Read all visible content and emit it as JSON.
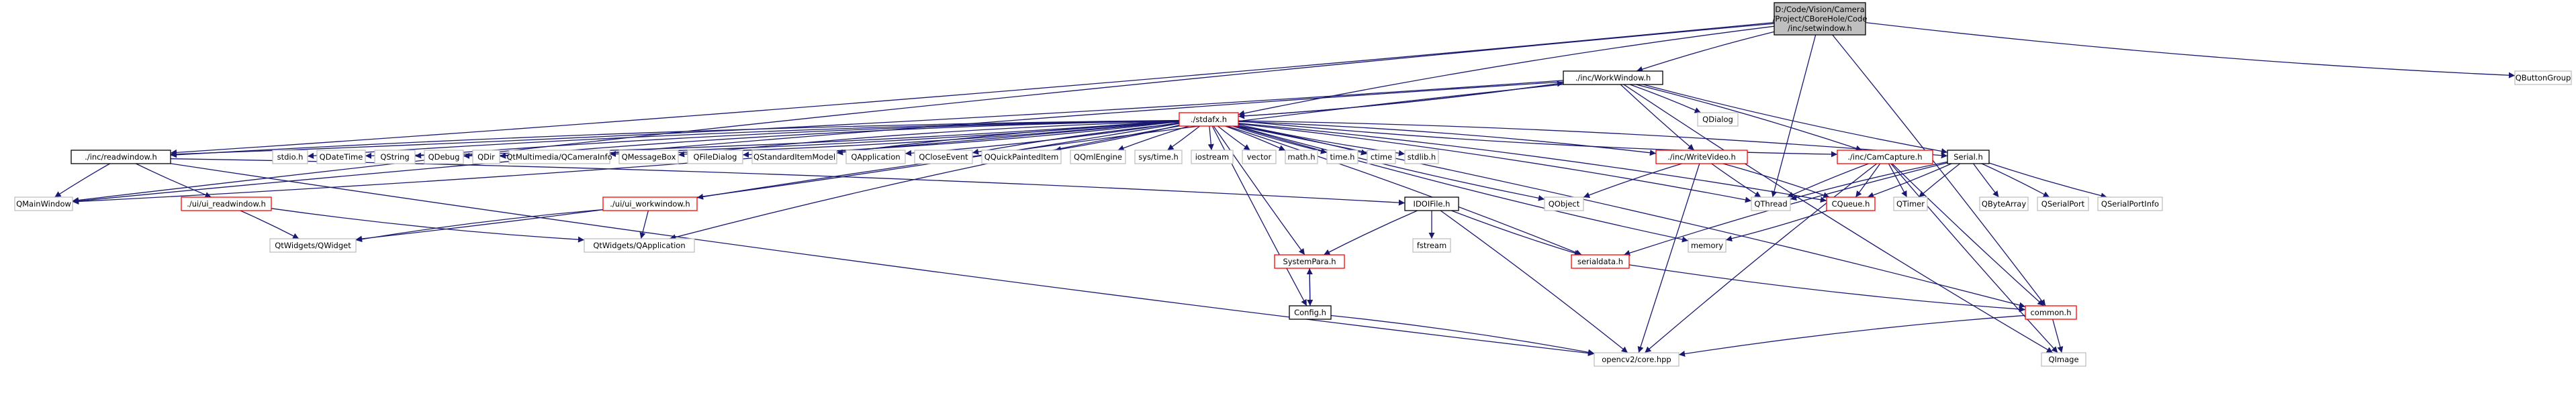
{
  "colors": {
    "edge": "#191970",
    "root_fill": "#bfbfbf",
    "root_border": "#000000",
    "doc_border": "#000000",
    "nodoc_border": "#ff0000",
    "ext_border": "#bfbfbf"
  },
  "nodes": [
    {
      "id": "root",
      "kind": "root",
      "lines": [
        "D:/Code/Vision/Camera",
        "/Project/CBoreHole/Code",
        "/inc/setwindow.h"
      ]
    },
    {
      "id": "workwindow",
      "kind": "doc",
      "lines": [
        "./inc/WorkWindow.h"
      ]
    },
    {
      "id": "qbuttongroup",
      "kind": "ext",
      "lines": [
        "QButtonGroup"
      ]
    },
    {
      "id": "stdafx",
      "kind": "nodoc",
      "lines": [
        "./stdafx.h"
      ]
    },
    {
      "id": "qdialog",
      "kind": "ext",
      "lines": [
        "QDialog"
      ]
    },
    {
      "id": "readwindow",
      "kind": "doc",
      "lines": [
        "./inc/readwindow.h"
      ]
    },
    {
      "id": "stdio",
      "kind": "ext",
      "lines": [
        "stdio.h"
      ]
    },
    {
      "id": "qdatetime",
      "kind": "ext",
      "lines": [
        "QDateTime"
      ]
    },
    {
      "id": "qstring",
      "kind": "ext",
      "lines": [
        "QString"
      ]
    },
    {
      "id": "qdebug",
      "kind": "ext",
      "lines": [
        "QDebug"
      ]
    },
    {
      "id": "qdir",
      "kind": "ext",
      "lines": [
        "QDir"
      ]
    },
    {
      "id": "qtmm",
      "kind": "ext",
      "lines": [
        "QtMultimedia/QCameraInfo"
      ]
    },
    {
      "id": "qmessagebox",
      "kind": "ext",
      "lines": [
        "QMessageBox"
      ]
    },
    {
      "id": "qfiledialog",
      "kind": "ext",
      "lines": [
        "QFileDialog"
      ]
    },
    {
      "id": "qstditem",
      "kind": "ext",
      "lines": [
        "QStandardItemModel"
      ]
    },
    {
      "id": "qapplication",
      "kind": "ext",
      "lines": [
        "QApplication"
      ]
    },
    {
      "id": "qcloseevent",
      "kind": "ext",
      "lines": [
        "QCloseEvent"
      ]
    },
    {
      "id": "qquickpainted",
      "kind": "ext",
      "lines": [
        "QQuickPaintedItem"
      ]
    },
    {
      "id": "qqmlengine",
      "kind": "ext",
      "lines": [
        "QQmlEngine"
      ]
    },
    {
      "id": "systime",
      "kind": "ext",
      "lines": [
        "sys/time.h"
      ]
    },
    {
      "id": "iostream",
      "kind": "ext",
      "lines": [
        "iostream"
      ]
    },
    {
      "id": "vector",
      "kind": "ext",
      "lines": [
        "vector"
      ]
    },
    {
      "id": "math",
      "kind": "ext",
      "lines": [
        "math.h"
      ]
    },
    {
      "id": "time",
      "kind": "ext",
      "lines": [
        "time.h"
      ]
    },
    {
      "id": "ctime",
      "kind": "ext",
      "lines": [
        "ctime"
      ]
    },
    {
      "id": "stdlib",
      "kind": "ext",
      "lines": [
        "stdlib.h"
      ]
    },
    {
      "id": "writevideo",
      "kind": "nodoc",
      "lines": [
        "./inc/WriteVideo.h"
      ]
    },
    {
      "id": "camcapture",
      "kind": "nodoc",
      "lines": [
        "./inc/CamCapture.h"
      ]
    },
    {
      "id": "serial",
      "kind": "doc",
      "lines": [
        "Serial.h"
      ]
    },
    {
      "id": "qmainwindow",
      "kind": "ext",
      "lines": [
        "QMainWindow"
      ]
    },
    {
      "id": "uireadwindow",
      "kind": "nodoc",
      "lines": [
        "./ui/ui_readwindow.h"
      ]
    },
    {
      "id": "uiworkwindow",
      "kind": "nodoc",
      "lines": [
        "./ui/ui_workwindow.h"
      ]
    },
    {
      "id": "iodifile",
      "kind": "doc",
      "lines": [
        "IDOIFile.h"
      ]
    },
    {
      "id": "qobject",
      "kind": "ext",
      "lines": [
        "QObject"
      ]
    },
    {
      "id": "qthread",
      "kind": "ext",
      "lines": [
        "QThread"
      ]
    },
    {
      "id": "cqueue",
      "kind": "nodoc",
      "lines": [
        "CQueue.h"
      ]
    },
    {
      "id": "qtimer",
      "kind": "ext",
      "lines": [
        "QTimer"
      ]
    },
    {
      "id": "qbytearray",
      "kind": "ext",
      "lines": [
        "QByteArray"
      ]
    },
    {
      "id": "qserialport",
      "kind": "ext",
      "lines": [
        "QSerialPort"
      ]
    },
    {
      "id": "qserialportinfo",
      "kind": "ext",
      "lines": [
        "QSerialPortInfo"
      ]
    },
    {
      "id": "qtwidgets",
      "kind": "ext",
      "lines": [
        "QtWidgets/QWidget"
      ]
    },
    {
      "id": "qtwapp",
      "kind": "ext",
      "lines": [
        "QtWidgets/QApplication"
      ]
    },
    {
      "id": "fstream",
      "kind": "ext",
      "lines": [
        "fstream"
      ]
    },
    {
      "id": "memory",
      "kind": "ext",
      "lines": [
        "memory"
      ]
    },
    {
      "id": "systempara",
      "kind": "nodoc",
      "lines": [
        "SystemPara.h"
      ]
    },
    {
      "id": "serialdata",
      "kind": "nodoc",
      "lines": [
        "serialdata.h"
      ]
    },
    {
      "id": "config",
      "kind": "doc",
      "lines": [
        "Config.h"
      ]
    },
    {
      "id": "common",
      "kind": "nodoc",
      "lines": [
        "common.h"
      ]
    },
    {
      "id": "opencv",
      "kind": "ext",
      "lines": [
        "opencv2/core.hpp"
      ]
    },
    {
      "id": "qimage",
      "kind": "ext",
      "lines": [
        "QImage"
      ]
    }
  ],
  "edges": [
    [
      "root",
      "workwindow"
    ],
    [
      "root",
      "qbuttongroup"
    ],
    [
      "root",
      "stdafx"
    ],
    [
      "root",
      "readwindow"
    ],
    [
      "root",
      "qmainwindow"
    ],
    [
      "root",
      "qthread"
    ],
    [
      "root",
      "common"
    ],
    [
      "workwindow",
      "stdafx"
    ],
    [
      "workwindow",
      "qdialog"
    ],
    [
      "workwindow",
      "readwindow"
    ],
    [
      "workwindow",
      "qmainwindow"
    ],
    [
      "workwindow",
      "writevideo"
    ],
    [
      "workwindow",
      "camcapture"
    ],
    [
      "workwindow",
      "serial"
    ],
    [
      "workwindow",
      "uiworkwindow"
    ],
    [
      "workwindow",
      "qimage"
    ],
    [
      "stdafx",
      "stdio"
    ],
    [
      "stdafx",
      "qdatetime"
    ],
    [
      "stdafx",
      "qstring"
    ],
    [
      "stdafx",
      "qdebug"
    ],
    [
      "stdafx",
      "qdir"
    ],
    [
      "stdafx",
      "qtmm"
    ],
    [
      "stdafx",
      "qmessagebox"
    ],
    [
      "stdafx",
      "qfiledialog"
    ],
    [
      "stdafx",
      "qstditem"
    ],
    [
      "stdafx",
      "qapplication"
    ],
    [
      "stdafx",
      "qcloseevent"
    ],
    [
      "stdafx",
      "qquickpainted"
    ],
    [
      "stdafx",
      "qqmlengine"
    ],
    [
      "stdafx",
      "systime"
    ],
    [
      "stdafx",
      "iostream"
    ],
    [
      "stdafx",
      "vector"
    ],
    [
      "stdafx",
      "math"
    ],
    [
      "stdafx",
      "time"
    ],
    [
      "stdafx",
      "ctime"
    ],
    [
      "stdafx",
      "stdlib"
    ],
    [
      "stdafx",
      "writevideo"
    ],
    [
      "stdafx",
      "camcapture"
    ],
    [
      "stdafx",
      "serial"
    ],
    [
      "stdafx",
      "qmainwindow"
    ],
    [
      "stdafx",
      "readwindow"
    ],
    [
      "stdafx",
      "qtwidgets"
    ],
    [
      "stdafx",
      "qtwapp"
    ],
    [
      "stdafx",
      "qobject"
    ],
    [
      "stdafx",
      "qthread"
    ],
    [
      "stdafx",
      "memory"
    ],
    [
      "stdafx",
      "serialdata"
    ],
    [
      "stdafx",
      "config"
    ],
    [
      "stdafx",
      "common"
    ],
    [
      "stdafx",
      "systempara"
    ],
    [
      "stdafx",
      "cqueue"
    ],
    [
      "stdafx",
      "workwindow"
    ],
    [
      "readwindow",
      "qmainwindow"
    ],
    [
      "readwindow",
      "uireadwindow"
    ],
    [
      "readwindow",
      "iodifile"
    ],
    [
      "readwindow",
      "opencv"
    ],
    [
      "uireadwindow",
      "qtwidgets"
    ],
    [
      "uireadwindow",
      "qtwapp"
    ],
    [
      "uiworkwindow",
      "qtwidgets"
    ],
    [
      "uiworkwindow",
      "qtwapp"
    ],
    [
      "writevideo",
      "qobject"
    ],
    [
      "writevideo",
      "qthread"
    ],
    [
      "writevideo",
      "cqueue"
    ],
    [
      "writevideo",
      "opencv"
    ],
    [
      "camcapture",
      "qthread"
    ],
    [
      "camcapture",
      "cqueue"
    ],
    [
      "camcapture",
      "qtimer"
    ],
    [
      "camcapture",
      "common"
    ],
    [
      "camcapture",
      "opencv"
    ],
    [
      "camcapture",
      "qimage"
    ],
    [
      "serial",
      "qthread"
    ],
    [
      "serial",
      "cqueue"
    ],
    [
      "serial",
      "qtimer"
    ],
    [
      "serial",
      "qbytearray"
    ],
    [
      "serial",
      "qserialport"
    ],
    [
      "serial",
      "qserialportinfo"
    ],
    [
      "serial",
      "serialdata"
    ],
    [
      "iodifile",
      "fstream"
    ],
    [
      "iodifile",
      "systempara"
    ],
    [
      "iodifile",
      "serialdata"
    ],
    [
      "iodifile",
      "opencv"
    ],
    [
      "cqueue",
      "memory"
    ],
    [
      "systempara",
      "config"
    ],
    [
      "config",
      "systempara"
    ],
    [
      "config",
      "opencv"
    ],
    [
      "serialdata",
      "common"
    ],
    [
      "common",
      "opencv"
    ],
    [
      "common",
      "qimage"
    ]
  ]
}
